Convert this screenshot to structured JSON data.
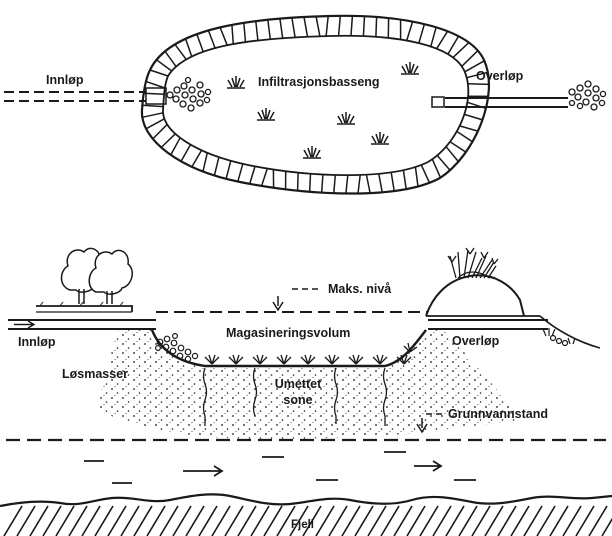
{
  "plan_view": {
    "inlet_label": "Innløp",
    "basin_label": "Infiltrasjonsbasseng",
    "overflow_label": "Overløp"
  },
  "section_view": {
    "max_level_label": "Maks. nivå",
    "storage_volume_label": "Magasineringsvolum",
    "inlet_label": "Innløp",
    "overflow_label": "Overløp",
    "soil_label": "Løsmasser",
    "unsaturated_zone_label": [
      "Umettet",
      "sone"
    ],
    "groundwater_label": "Grunnvannstand",
    "bedrock_label": "Fjell"
  },
  "colors": {
    "ink": "#1a1a1a",
    "background": "#ffffff"
  }
}
